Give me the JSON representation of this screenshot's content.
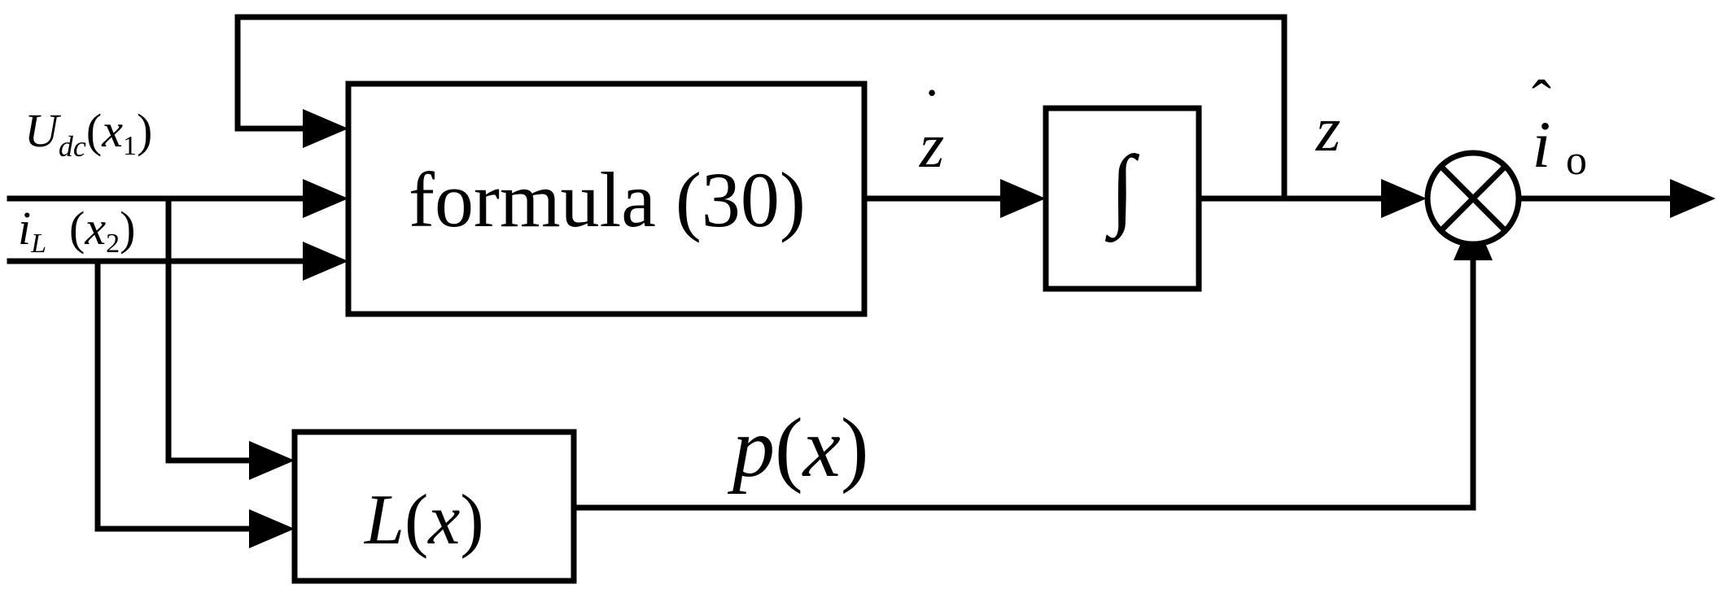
{
  "blocks": {
    "formula": {
      "label": "formula (30)"
    },
    "integrator": {
      "symbol": "∫"
    },
    "l_block": {
      "func": "L",
      "paren_open": "(",
      "arg": "x",
      "paren_close": ")"
    }
  },
  "signals": {
    "u_dc": {
      "base": "U",
      "sub": "dc",
      "paren_open": "(",
      "arg": "x",
      "arg_sub": "1",
      "paren_close": ")"
    },
    "i_l": {
      "base": "i",
      "sub": "L",
      "paren_open": "(",
      "arg": "x",
      "arg_sub": "2",
      "paren_close": ")"
    },
    "z_dot": {
      "symbol": "z",
      "accent": "˙"
    },
    "z": {
      "symbol": "z"
    },
    "p_x": {
      "func": "p",
      "paren_open": "(",
      "arg": "x",
      "paren_close": ")"
    },
    "i_o_hat": {
      "base": "i",
      "accent": "ˆ",
      "sub": "o"
    }
  },
  "summing_junction": {
    "operation": "multiply",
    "symbol": "⊗"
  }
}
